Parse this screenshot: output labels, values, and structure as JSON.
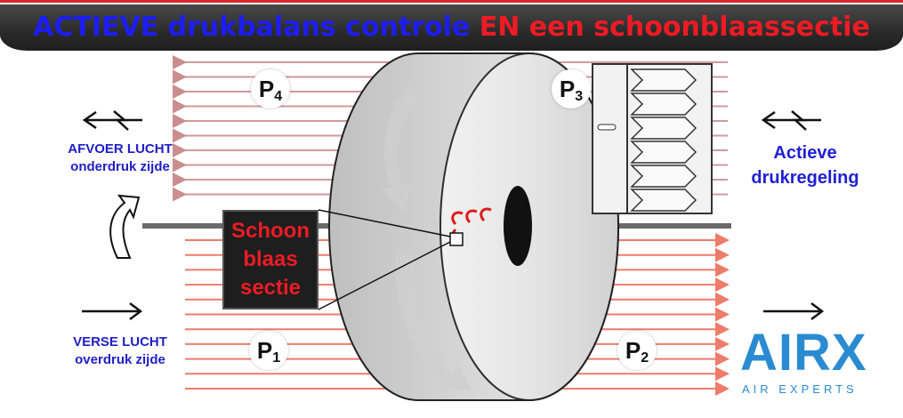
{
  "title": {
    "part1": "ACTIEVE drukbalans controle",
    "part2": " EN een schoonblaassectie"
  },
  "labels": {
    "exhaust_air": [
      "AFVOER LUCHT",
      "onderdruk zijde"
    ],
    "fresh_air": [
      "VERSE LUCHT",
      "overdruk zijde"
    ],
    "active_control": [
      "Actieve",
      "drukregeling"
    ],
    "cleaning_section": [
      "Schoon",
      "blaas",
      "sectie"
    ]
  },
  "pressure_points": [
    {
      "letter": "P",
      "sub": "4"
    },
    {
      "letter": "P",
      "sub": "3"
    },
    {
      "letter": "P",
      "sub": "1"
    },
    {
      "letter": "P",
      "sub": "2"
    }
  ],
  "logo": {
    "word": "AIRX",
    "tagline": "AIR EXPERTS"
  },
  "colors": {
    "title_blue": "#1d1df2",
    "title_red": "#ee1b24",
    "exhaust_arrow": "#d19a9a",
    "supply_arrow": "#e8513a",
    "logo_blue": "#2a8bd2"
  },
  "icons": {
    "flow_left": "arrow-left-icon",
    "flow_right": "arrow-right-icon",
    "damper": "damper-icon",
    "curved_up": "curved-arrow-up-icon"
  }
}
